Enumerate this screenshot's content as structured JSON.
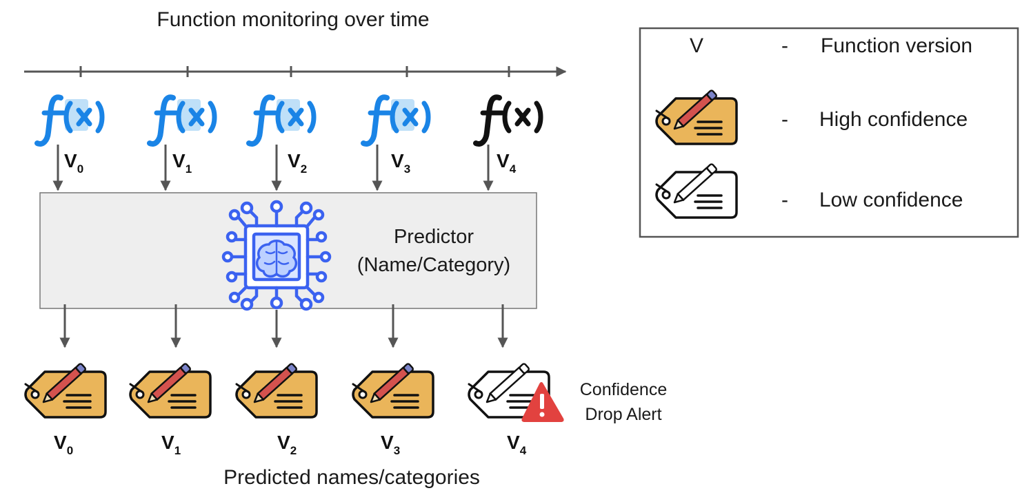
{
  "title": "Function monitoring over time",
  "bottom_caption": "Predicted names/categories",
  "predictor": {
    "line1": "Predictor",
    "line2": "(Name/Category)"
  },
  "versions": [
    {
      "label": "V",
      "sub": "0",
      "status": "monitored"
    },
    {
      "label": "V",
      "sub": "1",
      "status": "monitored"
    },
    {
      "label": "V",
      "sub": "2",
      "status": "monitored"
    },
    {
      "label": "V",
      "sub": "3",
      "status": "monitored"
    },
    {
      "label": "V",
      "sub": "4",
      "status": "new"
    }
  ],
  "predictions": [
    {
      "confidence": "high"
    },
    {
      "confidence": "high"
    },
    {
      "confidence": "high"
    },
    {
      "confidence": "high"
    },
    {
      "confidence": "low",
      "alert_line1": "Confidence",
      "alert_line2": "Drop Alert"
    }
  ],
  "legend": {
    "rows": [
      {
        "symbol": "V",
        "dash": "-",
        "text": "Function version"
      },
      {
        "icon": "high-confidence-tag-icon",
        "dash": "-",
        "text": "High confidence"
      },
      {
        "icon": "low-confidence-tag-icon",
        "dash": "-",
        "text": "Low confidence"
      }
    ]
  },
  "colors": {
    "function_blue": "#1a84e6",
    "function_blue_light": "#bfe0f8",
    "chip_blue": "#3b62f0",
    "tag_orange": "#eab55a",
    "pencil_red": "#d4524e",
    "alert_red": "#e2423f",
    "box_fill": "#eeeeee",
    "arrow_gray": "#555555"
  }
}
